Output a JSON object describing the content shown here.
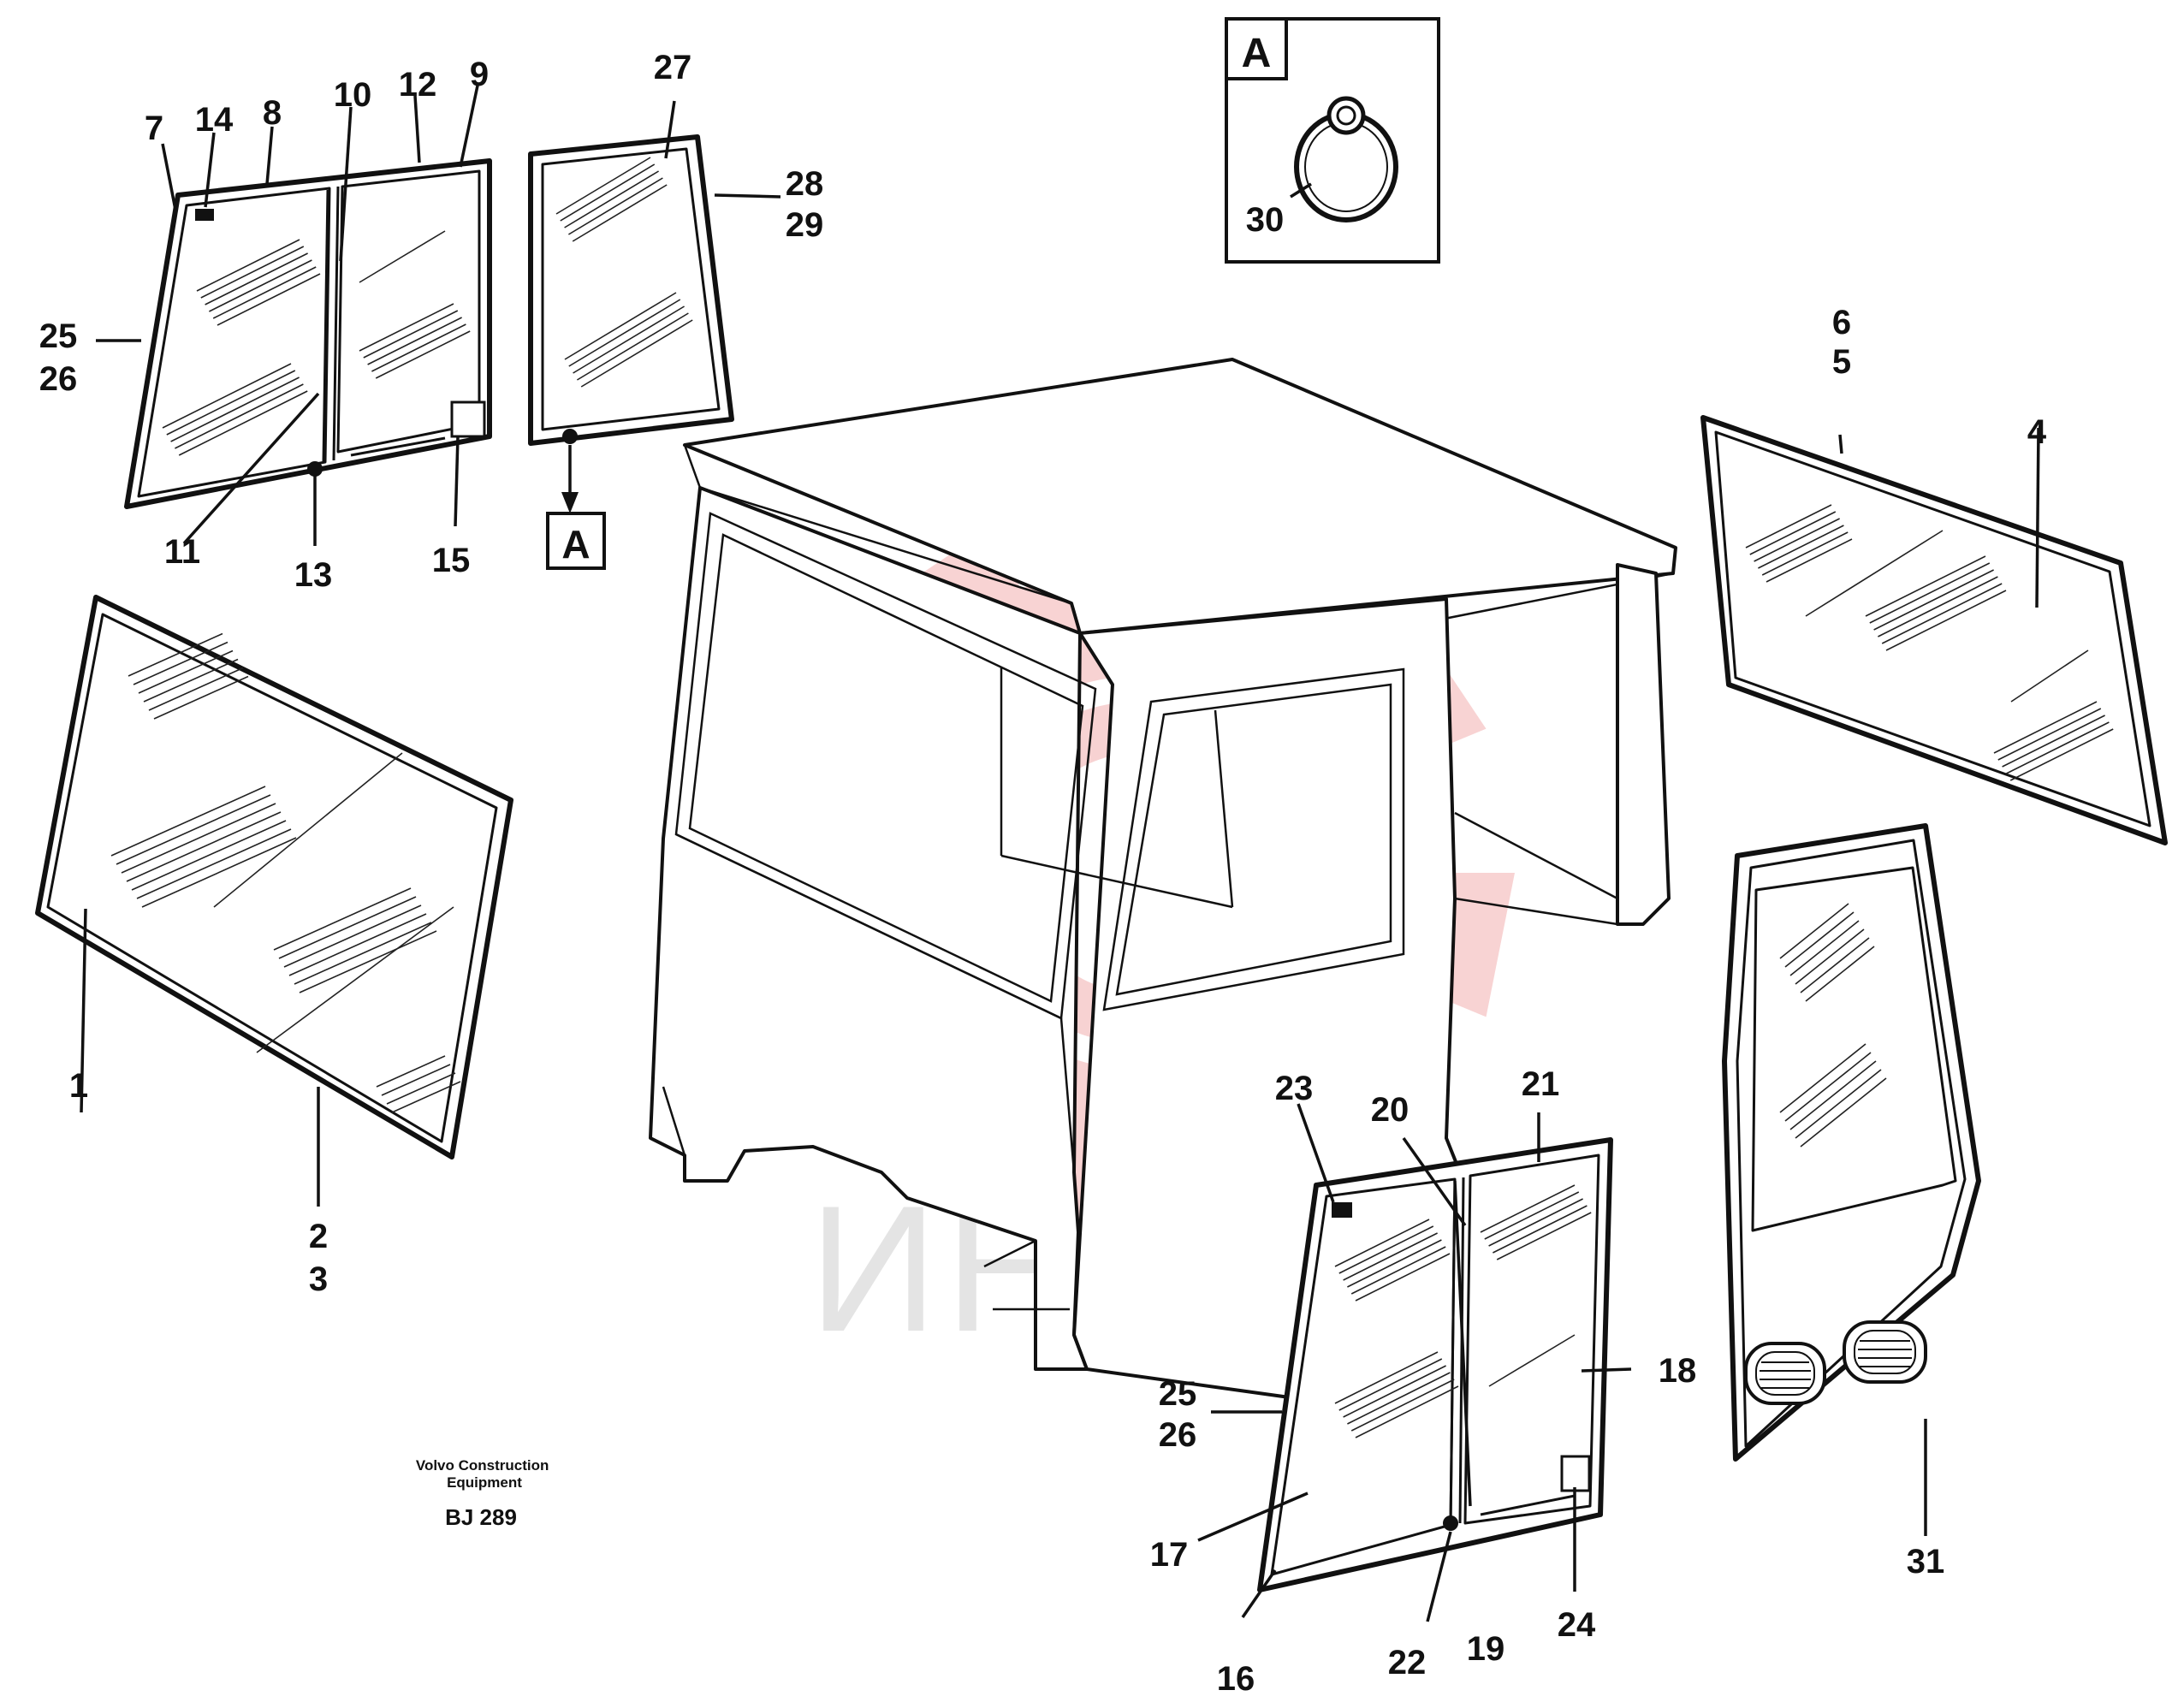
{
  "diagram": {
    "manufacturer": "Volvo Construction\nEquipment",
    "drawing_code": "BJ 289",
    "watermark_text": "ИНТЕХ",
    "detail_view_label": "A",
    "colors": {
      "line": "#111111",
      "background": "#ffffff",
      "watermark_gear": "#f5c4c4",
      "watermark_text": "#dddddd"
    }
  },
  "callouts": [
    {
      "id": "c1",
      "text": "1"
    },
    {
      "id": "c2",
      "text": "2"
    },
    {
      "id": "c3",
      "text": "3"
    },
    {
      "id": "c4",
      "text": "4"
    },
    {
      "id": "c5",
      "text": "5"
    },
    {
      "id": "c6",
      "text": "6"
    },
    {
      "id": "c7",
      "text": "7"
    },
    {
      "id": "c8",
      "text": "8"
    },
    {
      "id": "c9",
      "text": "9"
    },
    {
      "id": "c10",
      "text": "10"
    },
    {
      "id": "c11",
      "text": "11"
    },
    {
      "id": "c12",
      "text": "12"
    },
    {
      "id": "c13",
      "text": "13"
    },
    {
      "id": "c14",
      "text": "14"
    },
    {
      "id": "c15",
      "text": "15"
    },
    {
      "id": "c16",
      "text": "16"
    },
    {
      "id": "c17",
      "text": "17"
    },
    {
      "id": "c18",
      "text": "18"
    },
    {
      "id": "c19",
      "text": "19"
    },
    {
      "id": "c20",
      "text": "20"
    },
    {
      "id": "c21",
      "text": "21"
    },
    {
      "id": "c22",
      "text": "22"
    },
    {
      "id": "c23",
      "text": "23"
    },
    {
      "id": "c24",
      "text": "24"
    },
    {
      "id": "c25a",
      "text": "25"
    },
    {
      "id": "c26a",
      "text": "26"
    },
    {
      "id": "c25b",
      "text": "25"
    },
    {
      "id": "c26b",
      "text": "26"
    },
    {
      "id": "c27",
      "text": "27"
    },
    {
      "id": "c28",
      "text": "28"
    },
    {
      "id": "c29",
      "text": "29"
    },
    {
      "id": "c30",
      "text": "30"
    },
    {
      "id": "c31",
      "text": "31"
    }
  ]
}
